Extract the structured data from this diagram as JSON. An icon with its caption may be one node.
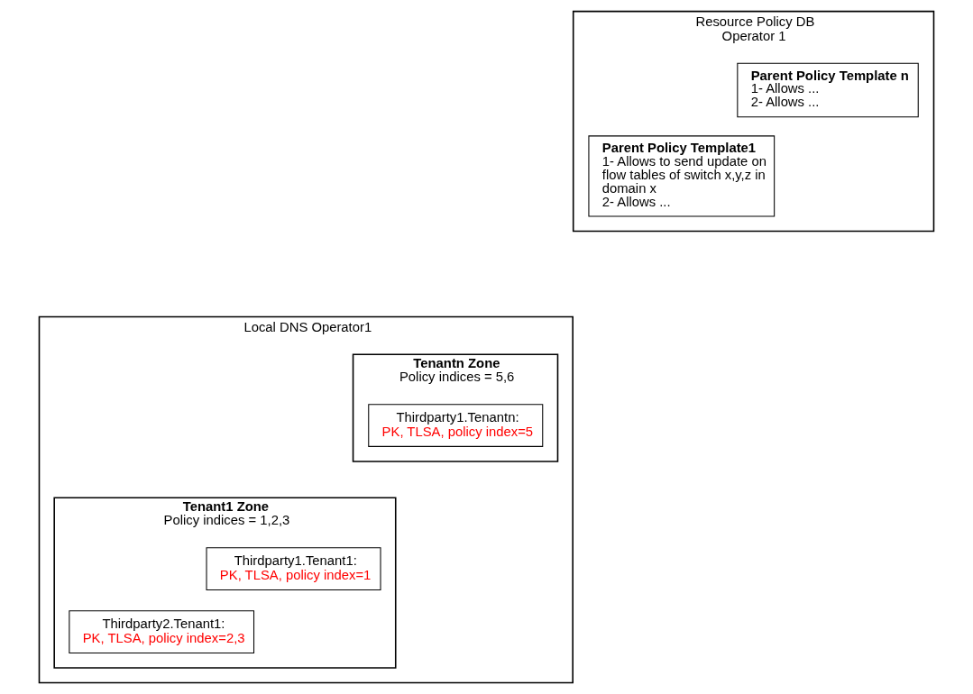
{
  "diagram": {
    "nodes": [
      {
        "text": [
          "Resource Policy DB Operator 1"
        ]
      },
      {
        "text": [
          "Parent Policy Template1",
          "1- Allows to send update on flow tables of switch x,y,z in domain x",
          "2- Allows ..."
        ],
        "in": 0
      },
      {
        "text": [
          "Parent Policy Template n",
          "1- Allows ...",
          "2- Allows ..."
        ],
        "in": 0
      },
      {
        "text": [
          "Local DNS Operator1"
        ]
      },
      {
        "text": [
          "Tenant1 Zone",
          "Policy indices = 1,2,3"
        ],
        "in": 3
      },
      {
        "text": [
          "Thirdparty1.Tenant1:",
          "PK, TLSA, policy index=1"
        ],
        "in": 4
      },
      {
        "text": [
          "Thirdparty2.Tenant1:",
          "PK, TLSA, policy index=2,3"
        ],
        "in": 4
      },
      {
        "text": [
          "Tenantn Zone",
          "Policy indices = 5,6"
        ],
        "in": 3
      },
      {
        "text": [
          "Thirdparty1.Tenantn:",
          "PK, TLSA, policy index=5"
        ],
        "in": 7
      }
    ],
    "edges": []
  }
}
